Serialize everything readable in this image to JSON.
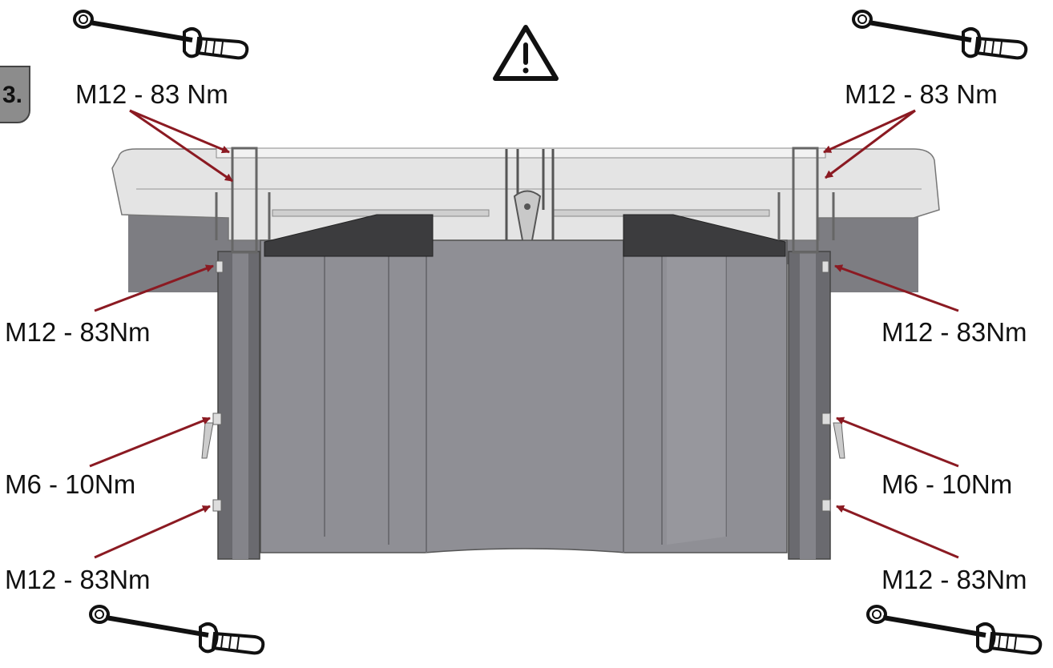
{
  "step": {
    "number": "3."
  },
  "labels": {
    "top_left": "M12 - 83 Nm",
    "top_right": "M12 - 83 Nm",
    "upper_left": "M12 - 83Nm",
    "upper_right": "M12 - 83Nm",
    "middle_left": "M6 - 10Nm",
    "middle_right": "M6 - 10Nm",
    "lower_left": "M12 - 83Nm",
    "lower_right": "M12 - 83Nm"
  },
  "icons": {
    "warning": "warning-triangle-icon",
    "torque_wrench": "torque-wrench-icon"
  },
  "colors": {
    "arrow": "#8b1a22",
    "body": "#8f8f95",
    "body_dark": "#5a5a5e",
    "frame_light": "#dcdcdc",
    "pad": "#3c3c3e"
  }
}
